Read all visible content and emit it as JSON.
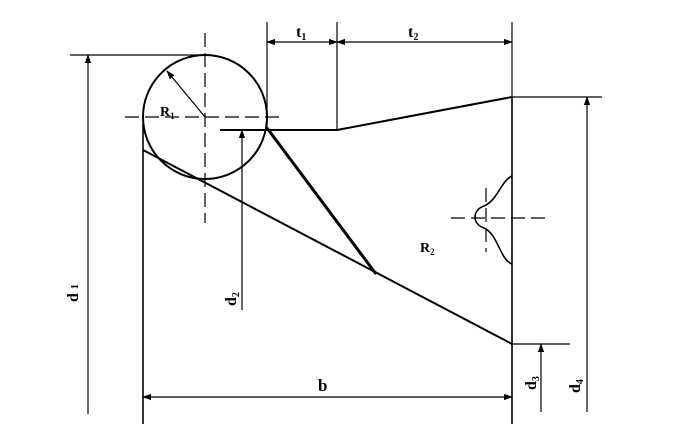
{
  "diagram": {
    "labels": {
      "t1": "t",
      "t1_sub": "1",
      "t2": "t",
      "t2_sub": "2",
      "r1": "R",
      "r1_sub": "1",
      "r2": "R",
      "r2_sub": "2",
      "d1": "d",
      "d1_sub": "1",
      "d2": "d",
      "d2_sub": "2",
      "d3": "d",
      "d3_sub": "3",
      "d4": "d",
      "d4_sub": "4",
      "b": "b"
    },
    "colors": {
      "stroke": "#000000",
      "background": "#ffffff"
    }
  }
}
